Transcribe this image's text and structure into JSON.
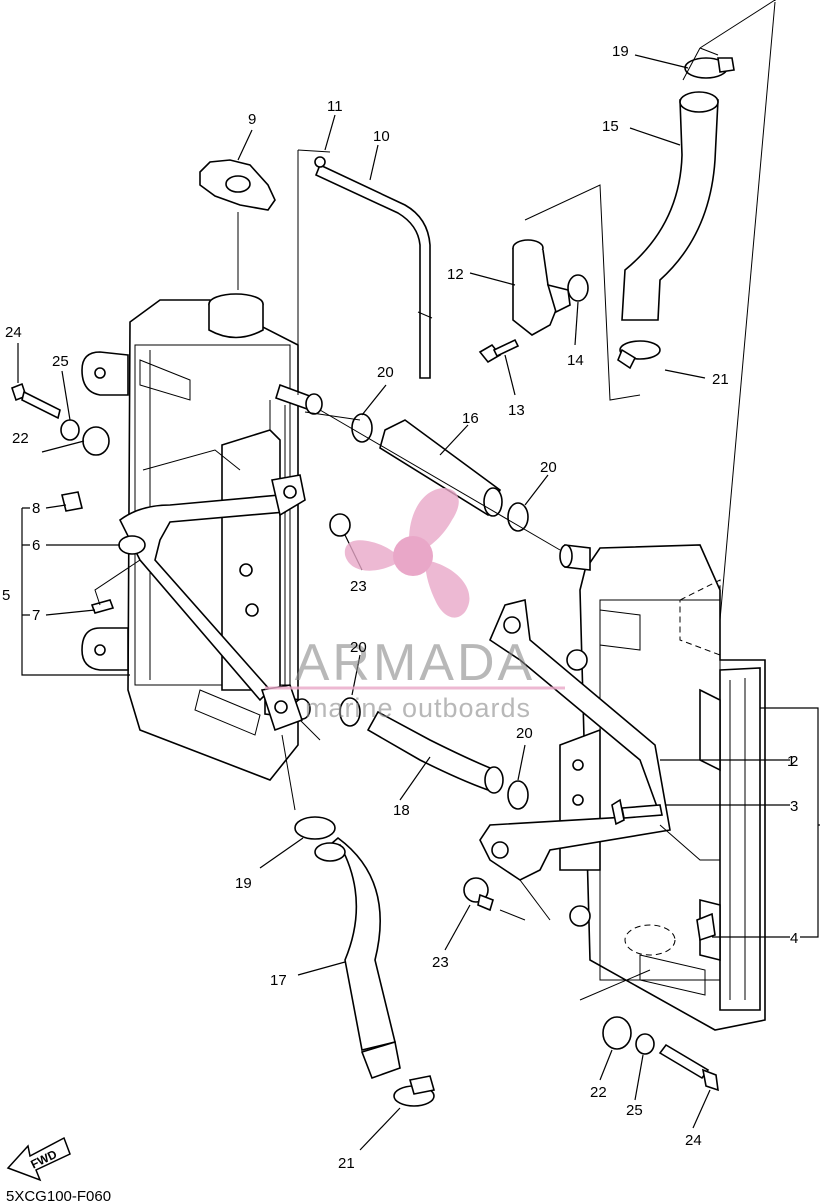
{
  "diagram": {
    "code": "5XCG100-F060",
    "fwd_label": "FWD",
    "watermark": {
      "brand": "ARMADA",
      "tagline": "marine outboards"
    },
    "callouts": [
      {
        "id": "c1",
        "text": "1"
      },
      {
        "id": "c2",
        "text": "2"
      },
      {
        "id": "c3",
        "text": "3"
      },
      {
        "id": "c4",
        "text": "4"
      },
      {
        "id": "c5",
        "text": "5"
      },
      {
        "id": "c6",
        "text": "6"
      },
      {
        "id": "c7",
        "text": "7"
      },
      {
        "id": "c8",
        "text": "8"
      },
      {
        "id": "c9",
        "text": "9"
      },
      {
        "id": "c10",
        "text": "10"
      },
      {
        "id": "c11",
        "text": "11"
      },
      {
        "id": "c12",
        "text": "12"
      },
      {
        "id": "c13",
        "text": "13"
      },
      {
        "id": "c14",
        "text": "14"
      },
      {
        "id": "c15",
        "text": "15"
      },
      {
        "id": "c16",
        "text": "16"
      },
      {
        "id": "c17",
        "text": "17"
      },
      {
        "id": "c18",
        "text": "18"
      },
      {
        "id": "c19a",
        "text": "19"
      },
      {
        "id": "c19b",
        "text": "19"
      },
      {
        "id": "c20a",
        "text": "20"
      },
      {
        "id": "c20b",
        "text": "20"
      },
      {
        "id": "c20c",
        "text": "20"
      },
      {
        "id": "c20d",
        "text": "20"
      },
      {
        "id": "c21a",
        "text": "21"
      },
      {
        "id": "c21b",
        "text": "21"
      },
      {
        "id": "c22a",
        "text": "22"
      },
      {
        "id": "c22b",
        "text": "22"
      },
      {
        "id": "c23a",
        "text": "23"
      },
      {
        "id": "c23b",
        "text": "23"
      },
      {
        "id": "c24a",
        "text": "24"
      },
      {
        "id": "c24b",
        "text": "24"
      },
      {
        "id": "c25a",
        "text": "25"
      },
      {
        "id": "c25b",
        "text": "25"
      }
    ]
  }
}
